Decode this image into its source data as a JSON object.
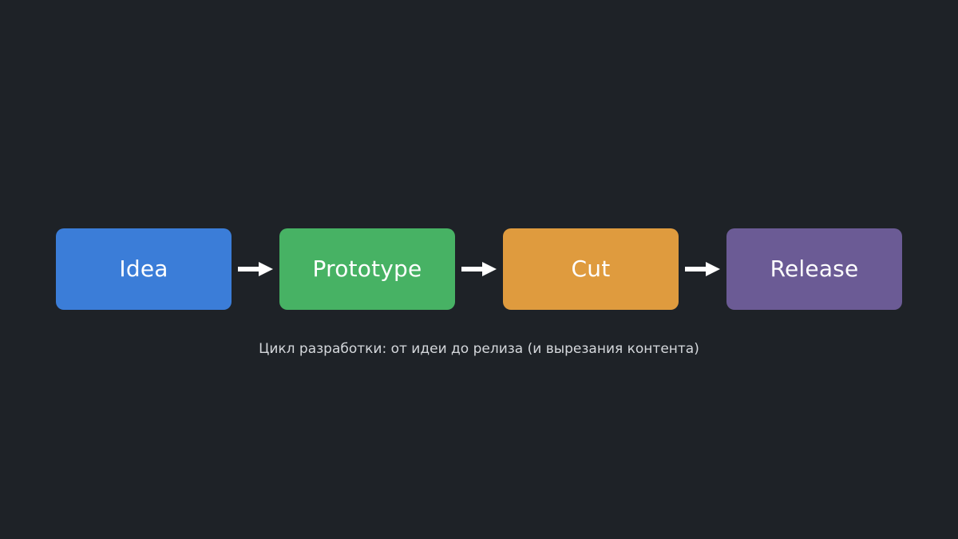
{
  "diagram": {
    "background_color": "#1e2227",
    "caption": "Цикл разработки: от идеи до релиза (и вырезания контента)",
    "caption_color": "#d5d8dc",
    "arrow_color": "#ffffff",
    "arrow_icon_name": "arrow-right-icon",
    "node_text_color": "#ffffff",
    "nodes": [
      {
        "label": "Idea",
        "color": "#3b7dd8"
      },
      {
        "label": "Prototype",
        "color": "#47b264"
      },
      {
        "label": "Cut",
        "color": "#df9b3e"
      },
      {
        "label": "Release",
        "color": "#6b5b95"
      }
    ],
    "connectors": [
      {
        "from": "Idea",
        "to": "Prototype"
      },
      {
        "from": "Prototype",
        "to": "Cut"
      },
      {
        "from": "Cut",
        "to": "Release"
      }
    ]
  }
}
